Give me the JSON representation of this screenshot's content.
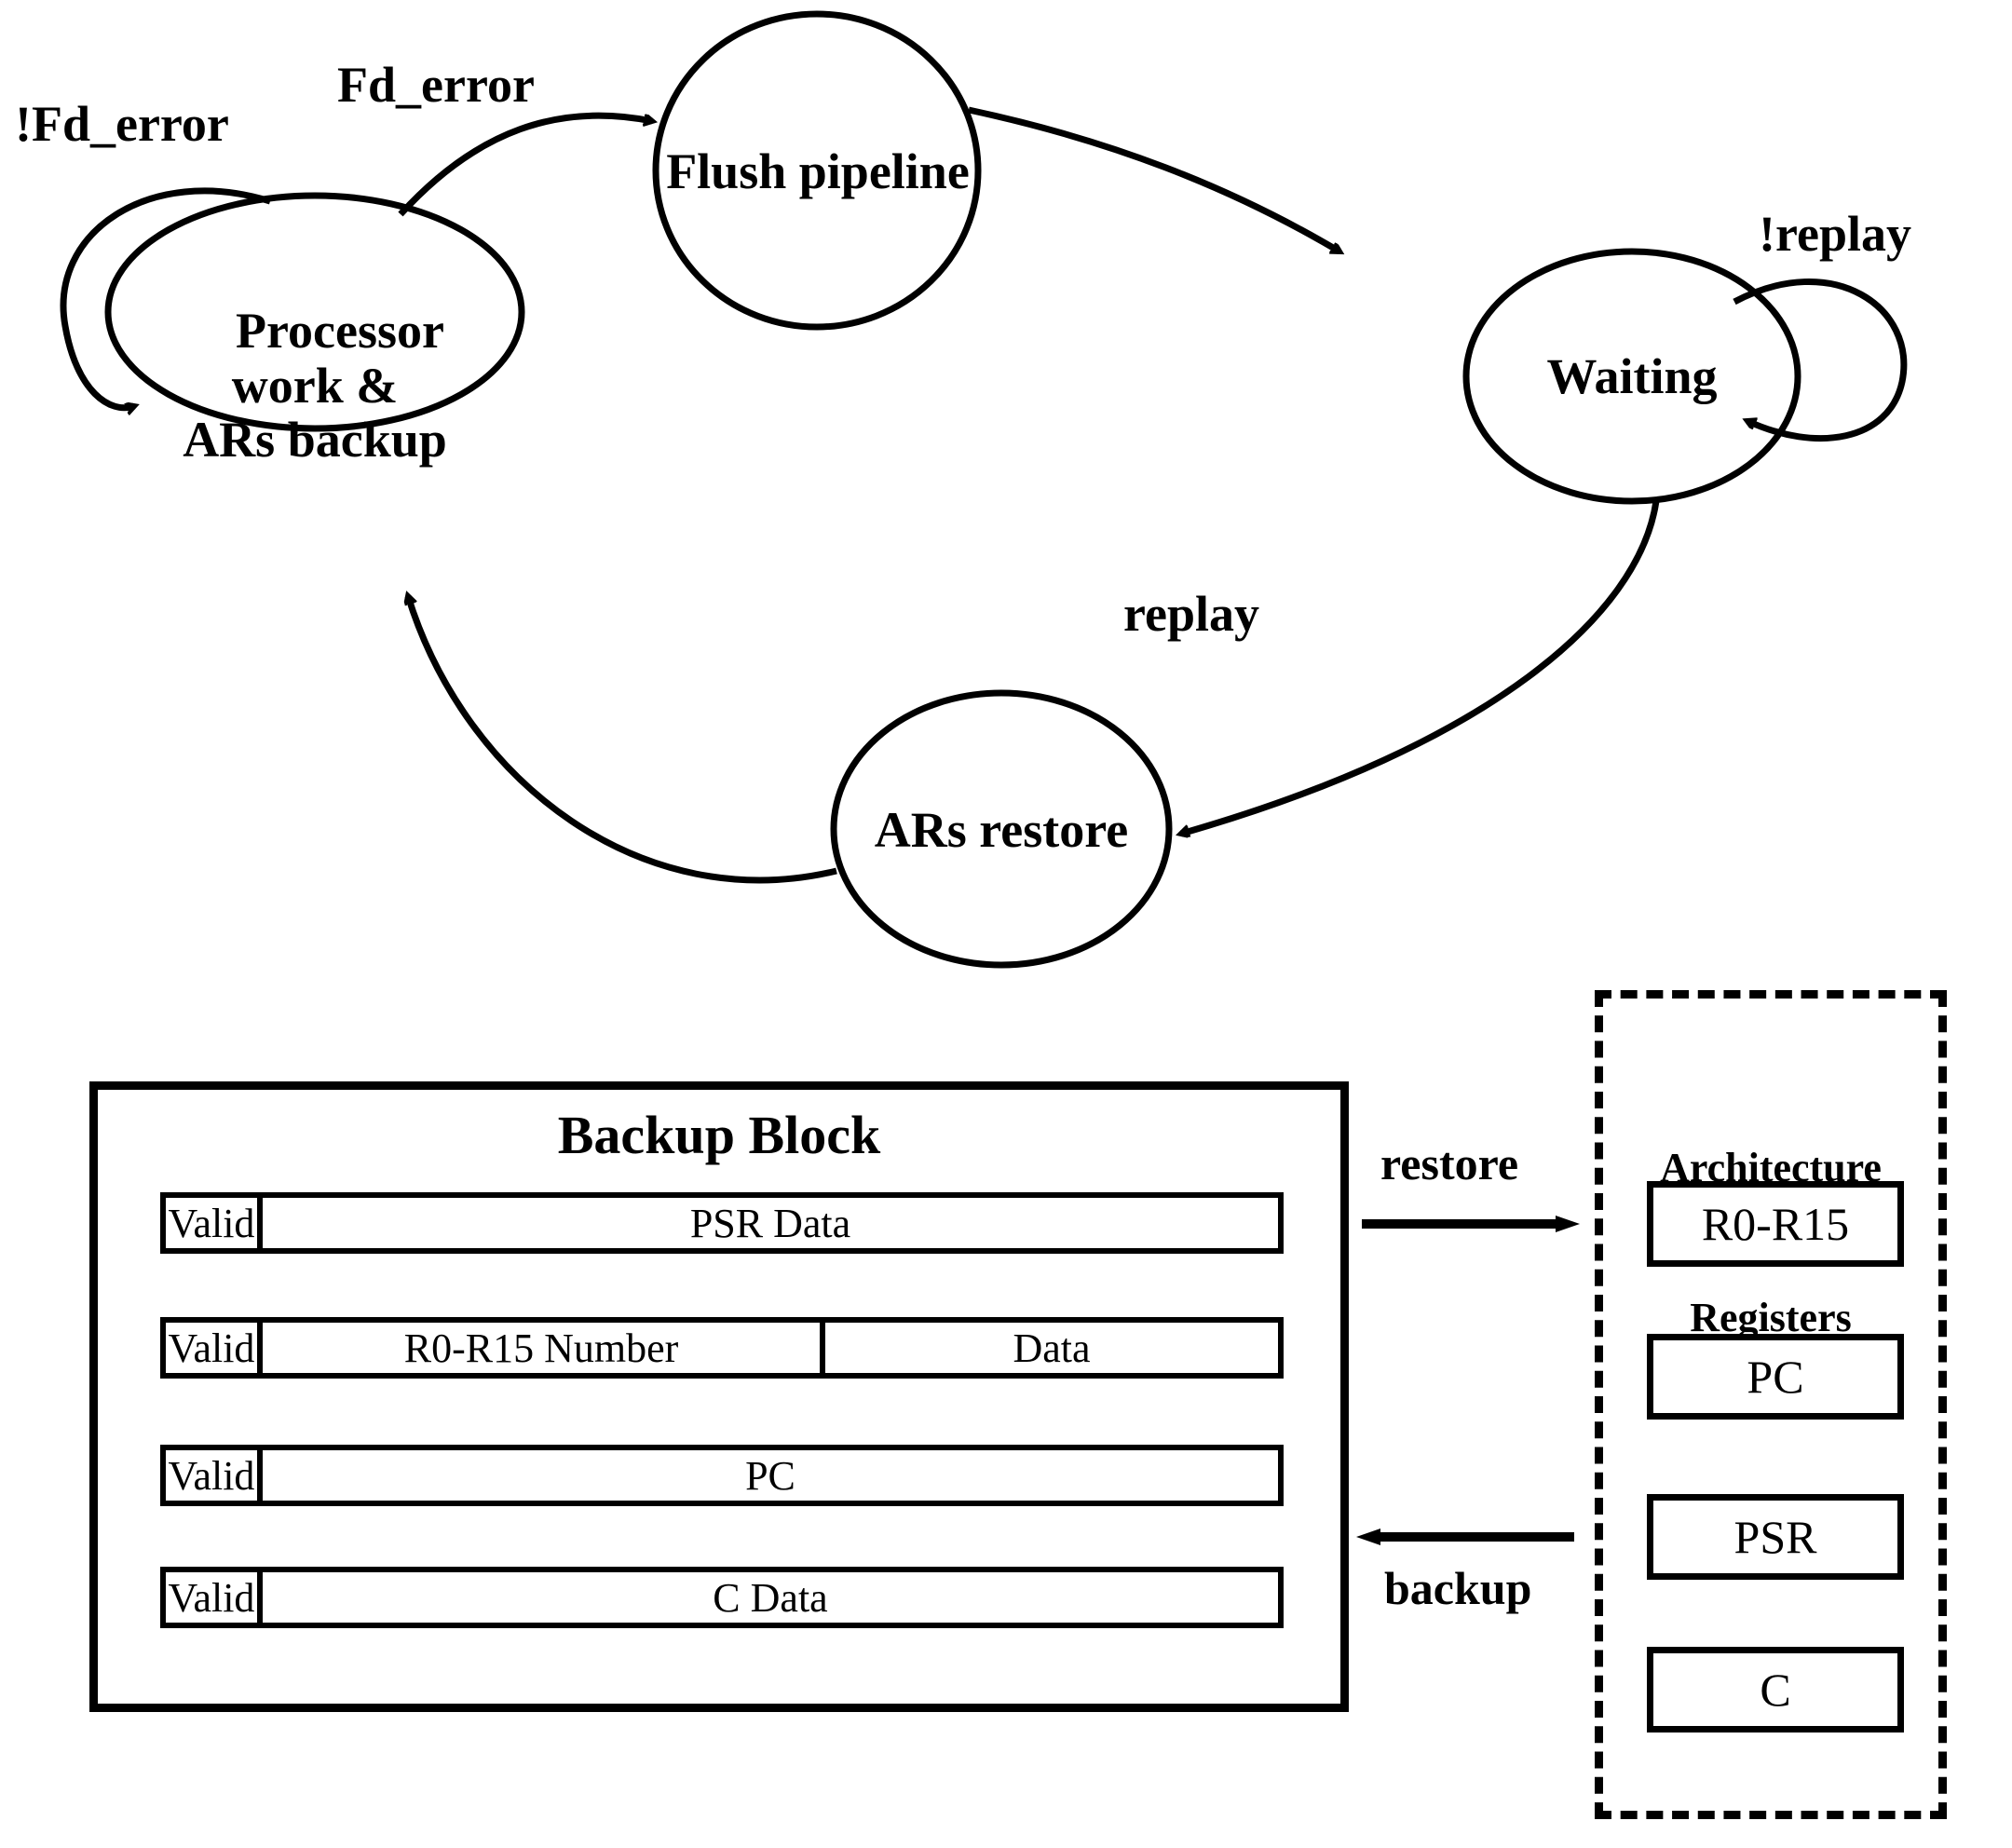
{
  "diagram": {
    "title": "Processor error recovery state machine and backup block",
    "states": [
      {
        "id": "processor",
        "label": "Processor  work &\nARs backup"
      },
      {
        "id": "flush",
        "label": "Flush pipeline"
      },
      {
        "id": "waiting",
        "label": "Waiting"
      },
      {
        "id": "restore",
        "label": "ARs restore"
      }
    ],
    "transitions": [
      {
        "id": "self-processor",
        "label": "!Fd_error",
        "from": "processor",
        "to": "processor"
      },
      {
        "id": "processor-to-flush",
        "label": "Fd_error",
        "from": "processor",
        "to": "flush"
      },
      {
        "id": "flush-to-waiting",
        "label": "",
        "from": "flush",
        "to": "waiting"
      },
      {
        "id": "self-waiting",
        "label": "!replay",
        "from": "waiting",
        "to": "waiting"
      },
      {
        "id": "waiting-to-restore",
        "label": "replay",
        "from": "waiting",
        "to": "restore"
      },
      {
        "id": "restore-to-processor",
        "label": "",
        "from": "restore",
        "to": "processor"
      }
    ]
  },
  "backup_block": {
    "title": "Backup Block",
    "rows": [
      {
        "id": "psr-row",
        "cells": [
          {
            "label": "Valid"
          },
          {
            "label": "PSR Data"
          }
        ]
      },
      {
        "id": "reg-row",
        "cells": [
          {
            "label": "Valid"
          },
          {
            "label": "R0-R15 Number"
          },
          {
            "label": "Data"
          }
        ]
      },
      {
        "id": "pc-row",
        "cells": [
          {
            "label": "Valid"
          },
          {
            "label": "PC"
          }
        ]
      },
      {
        "id": "cdata-row",
        "cells": [
          {
            "label": "Valid"
          },
          {
            "label": "C Data"
          }
        ]
      }
    ]
  },
  "flows": [
    {
      "id": "restore-flow",
      "label": "restore",
      "direction": "right"
    },
    {
      "id": "backup-flow",
      "label": "backup",
      "direction": "left"
    }
  ],
  "architecture_registers": {
    "title_line1": "Architecture",
    "title_line2": "Registers",
    "registers": [
      {
        "id": "r0-r15",
        "label": "R0-R15"
      },
      {
        "id": "pc",
        "label": "PC"
      },
      {
        "id": "psr",
        "label": "PSR"
      },
      {
        "id": "c",
        "label": "C"
      }
    ]
  },
  "colors": {
    "stroke": "#000000",
    "background": "#ffffff"
  }
}
